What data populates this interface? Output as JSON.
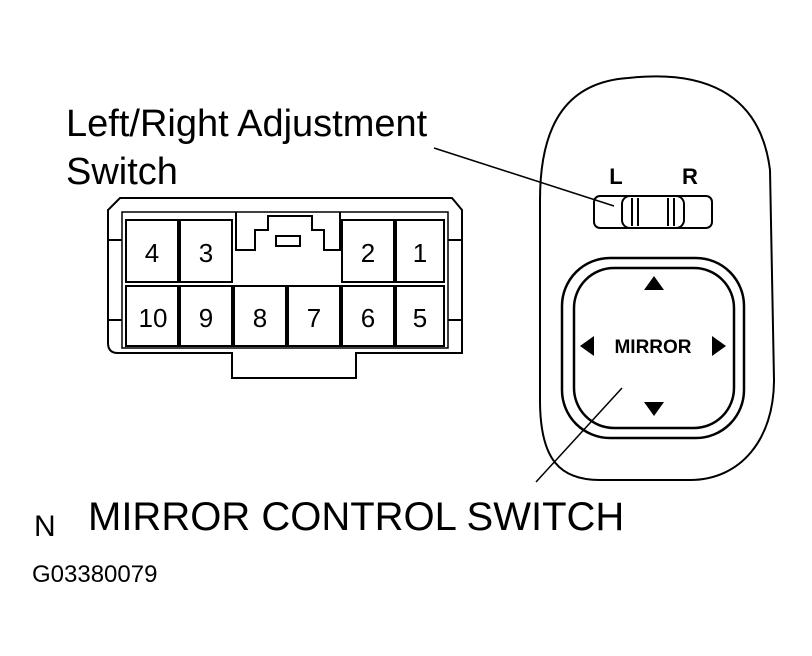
{
  "labels": {
    "adjustment_switch_line1": "Left/Right Adjustment",
    "adjustment_switch_line2": "Switch"
  },
  "connector": {
    "top_row_pins": [
      "4",
      "3",
      "2",
      "1"
    ],
    "bottom_row_pins": [
      "10",
      "9",
      "8",
      "7",
      "6",
      "5"
    ]
  },
  "switch": {
    "left_label": "L",
    "right_label": "R",
    "pad_label": "MIRROR"
  },
  "caption": {
    "prefix": "N",
    "title": "MIRROR CONTROL SWITCH",
    "figure_id": "G03380079"
  },
  "colors": {
    "ink": "#000000",
    "paper": "#ffffff"
  }
}
